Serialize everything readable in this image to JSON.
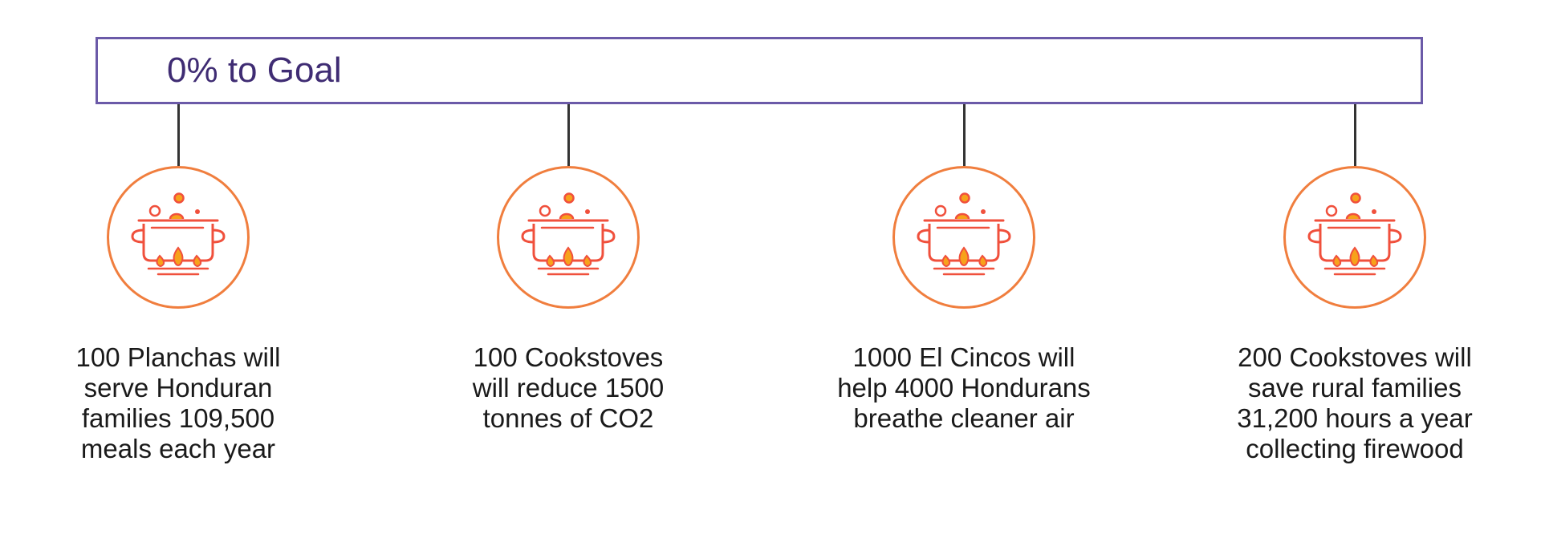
{
  "progress": {
    "label": "0% to Goal",
    "percent": 0,
    "bar_color": "#6b5aa8",
    "label_color": "#3f2c73"
  },
  "icon_style": {
    "name": "cooking-pot-icon",
    "stroke_color": "#f0503c",
    "accent_color": "#f7a21b",
    "circle_color": "#f07e3e"
  },
  "milestones": [
    {
      "text": "100 Planchas will\nserve Honduran\nfamilies 109,500\nmeals each year"
    },
    {
      "text": "100 Cookstoves\nwill reduce 1500\ntonnes of CO2"
    },
    {
      "text": "1000 El Cincos will\nhelp 4000 Hondurans\nbreathe cleaner air"
    },
    {
      "text": "200 Cookstoves will\nsave rural families\n31,200 hours a year\ncollecting firewood"
    }
  ]
}
